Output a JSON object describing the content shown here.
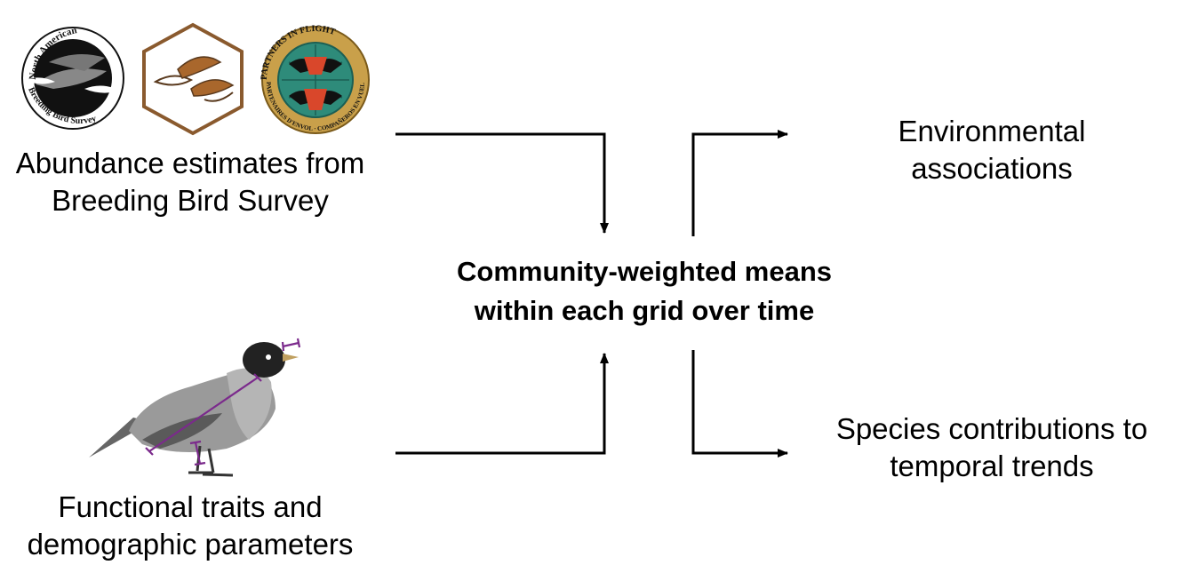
{
  "logos": {
    "bbs": {
      "top_text": "North American",
      "bottom_text": "Breeding Bird Survey"
    },
    "pif": {
      "top_text": "PARTNERS IN FLIGHT",
      "bottom_text": "PARTENAIRES D'ENVOL · COMPAÑEROS EN VUELO"
    }
  },
  "inputs": {
    "abundance": {
      "line1": "Abundance estimates from",
      "line2": "Breeding Bird Survey"
    },
    "traits": {
      "line1": "Functional traits and",
      "line2": "demographic parameters"
    }
  },
  "center": {
    "line1": "Community-weighted means",
    "line2": "within each grid over time"
  },
  "outputs": {
    "environmental": {
      "line1": "Environmental",
      "line2": "associations"
    },
    "species": {
      "line1": "Species contributions to",
      "line2": "temporal trends"
    }
  },
  "colors": {
    "arrow": "#000000",
    "measure_marks": "#7b2a8c",
    "hex_border": "#8a5a2e",
    "pif_ring": "#c9a04a",
    "pif_center": "#2e8b7a",
    "pif_bird": "#d9472b"
  }
}
